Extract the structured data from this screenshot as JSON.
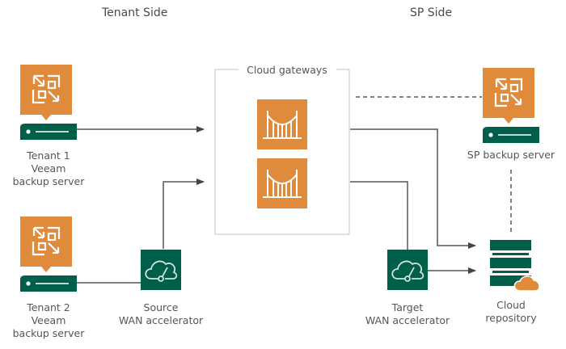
{
  "headers": {
    "tenant_side": "Tenant Side",
    "sp_side": "SP Side"
  },
  "group": {
    "label": "Cloud gateways"
  },
  "nodes": {
    "tenant1": {
      "label": "Tenant 1\nVeeam\nbackup server",
      "icon": "veeam-backup-server-icon"
    },
    "tenant2": {
      "label": "Tenant 2\nVeeam\nbackup server",
      "icon": "veeam-backup-server-icon"
    },
    "source_wan": {
      "label": "Source\nWAN accelerator",
      "icon": "wan-accelerator-icon"
    },
    "target_wan": {
      "label": "Target\nWAN accelerator",
      "icon": "wan-accelerator-icon"
    },
    "sp_backup": {
      "label": "SP backup server",
      "icon": "veeam-backup-server-icon"
    },
    "cloud_repo": {
      "label": "Cloud\nrepository",
      "icon": "cloud-repository-icon"
    },
    "gateway1": {
      "icon": "cloud-gateway-icon"
    },
    "gateway2": {
      "icon": "cloud-gateway-icon"
    }
  },
  "colors": {
    "orange": "#e08a3c",
    "green": "#005f4b",
    "line": "#555555",
    "group_border": "#d6d6d6"
  }
}
